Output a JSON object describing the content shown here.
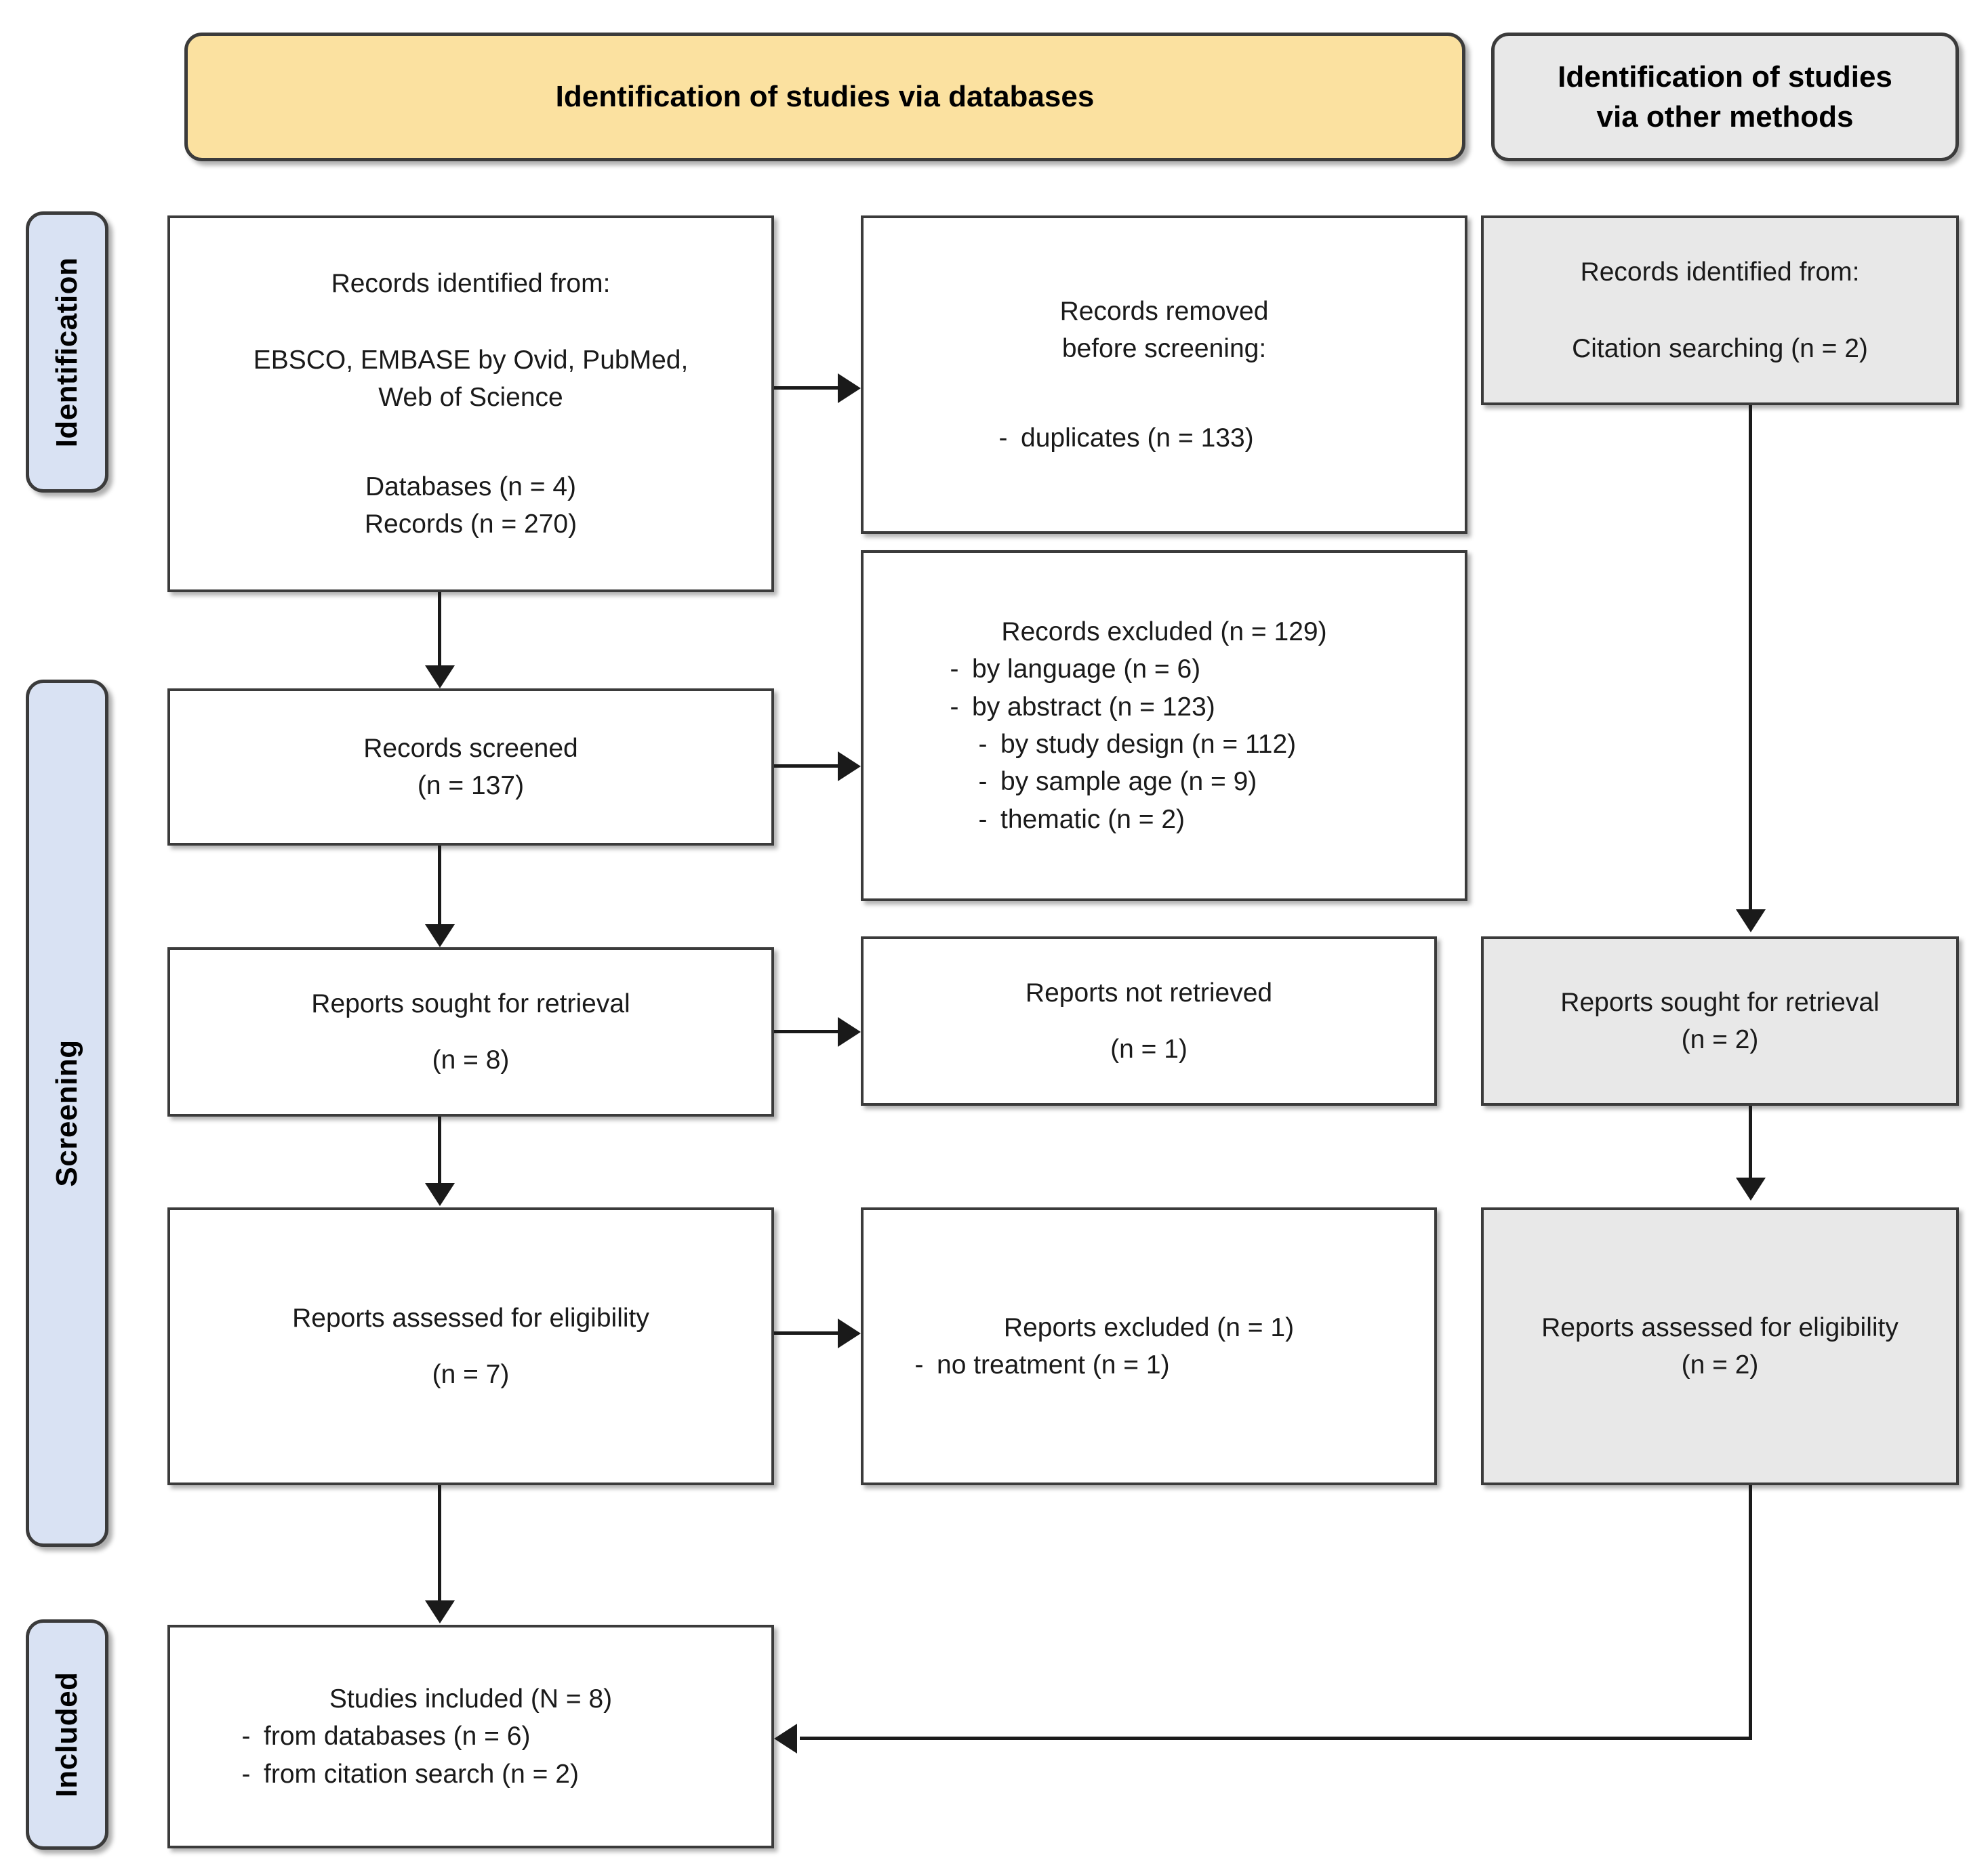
{
  "diagram": {
    "title": "PRISMA 2020 flow diagram",
    "colors": {
      "banner_databases": "#fbe1a0",
      "banner_other": "#e8e8e8",
      "stage_label": "#d9e2f3",
      "box_other_methods": "#e8e8e8",
      "border": "#3b3b3b",
      "connector": "#1a1a1a"
    }
  },
  "banners": {
    "databases": "Identification of studies via databases",
    "other_methods_line1": "Identification of studies",
    "other_methods_line2": "via other methods"
  },
  "stages": [
    {
      "label": "Identification"
    },
    {
      "label": "Screening"
    },
    {
      "label": "Included"
    }
  ],
  "boxes": {
    "records_identified": {
      "line1": "Records identified from:",
      "line2": "EBSCO, EMBASE by Ovid, PubMed,",
      "line3": "Web of Science",
      "line4": "Databases (n = 4)",
      "line5": "Records (n = 270)"
    },
    "records_removed": {
      "line1": "Records removed",
      "line2": "before screening:",
      "bullet1_dash": "-",
      "bullet1": "duplicates (n = 133)"
    },
    "other_identified": {
      "line1": "Records identified from:",
      "line2": "Citation searching (n = 2)"
    },
    "records_screened": {
      "line1": "Records screened",
      "line2": "(n = 137)"
    },
    "records_excluded": {
      "title": "Records excluded (n = 129)",
      "items": [
        {
          "dash": "-",
          "text": "by language (n = 6)",
          "level": 1
        },
        {
          "dash": "-",
          "text": "by abstract (n = 123)",
          "level": 1
        },
        {
          "dash": "-",
          "text": "by study design (n = 112)",
          "level": 2
        },
        {
          "dash": "-",
          "text": "by sample age (n = 9)",
          "level": 2
        },
        {
          "dash": "-",
          "text": "thematic (n = 2)",
          "level": 2
        }
      ]
    },
    "reports_sought": {
      "line1": "Reports sought for retrieval",
      "line2": "(n = 8)"
    },
    "reports_not_retrieved": {
      "line1": "Reports not retrieved",
      "line2": "(n = 1)"
    },
    "other_reports_sought": {
      "line1": "Reports sought for retrieval",
      "line2": "(n = 2)"
    },
    "reports_assessed": {
      "line1": "Reports assessed for eligibility",
      "line2": "(n = 7)"
    },
    "reports_excluded": {
      "title": "Reports excluded (n = 1)",
      "bullet1_dash": "-",
      "bullet1": "no  treatment (n = 1)"
    },
    "other_reports_assessed": {
      "line1": "Reports assessed for eligibility",
      "line2": "(n = 2)"
    },
    "studies_included": {
      "title": "Studies included (N = 8)",
      "items": [
        {
          "dash": "-",
          "text": "from databases (n = 6)"
        },
        {
          "dash": "-",
          "text": "from citation search (n = 2)"
        }
      ]
    }
  }
}
